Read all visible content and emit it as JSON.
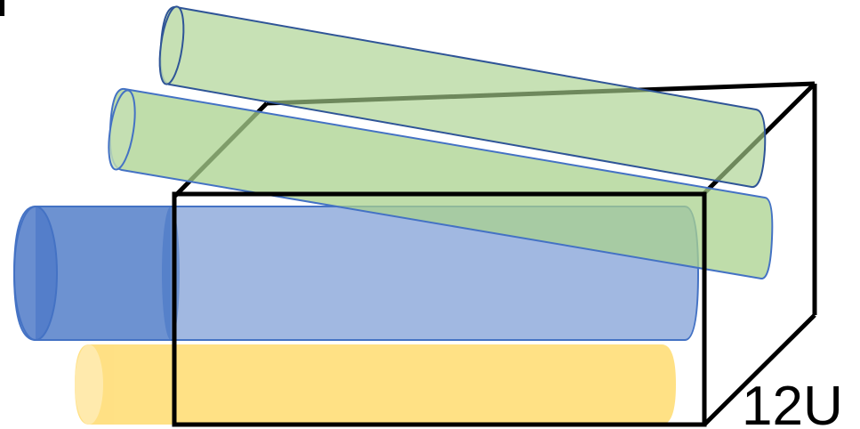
{
  "diagram": {
    "box_label": "12U",
    "box_stroke_color": "#000000",
    "cylinders": [
      {
        "name": "top-green",
        "fill": "#A9D18E",
        "stroke": "#2F5597",
        "opacity": 0.65
      },
      {
        "name": "middle-green",
        "fill": "#A9D18E",
        "stroke": "#4472C4",
        "opacity": 0.75
      },
      {
        "name": "blue",
        "fill": "#4472C4",
        "stroke": "#4472C4",
        "opacity": 0.5
      },
      {
        "name": "yellow",
        "fill": "#FFD966",
        "stroke": "#FFD966",
        "opacity": 0.8
      }
    ]
  }
}
